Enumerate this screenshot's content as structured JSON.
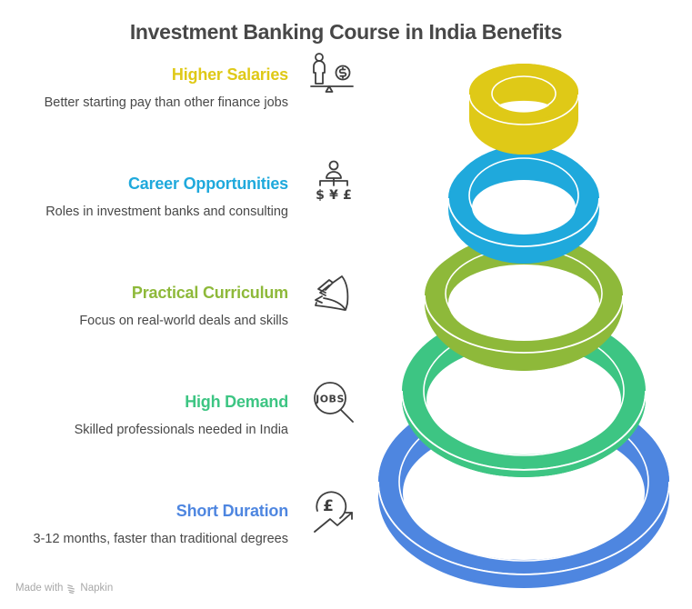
{
  "title": "Investment Banking Course in India Benefits",
  "items": [
    {
      "heading": "Higher Salaries",
      "description": "Better starting pay than other finance jobs",
      "icon": "person-balance-dollar-icon",
      "color": "#DFC917"
    },
    {
      "heading": "Career Opportunities",
      "description": "Roles in investment banks and consulting",
      "icon": "person-currencies-icon",
      "color": "#1FA9DC"
    },
    {
      "heading": "Practical Curriculum",
      "description": "Focus on real-world deals and skills",
      "icon": "pages-icon",
      "color": "#8EB93A"
    },
    {
      "heading": "High Demand",
      "description": "Skilled professionals needed in India",
      "icon": "jobs-search-icon",
      "color": "#3DC583"
    },
    {
      "heading": "Short Duration",
      "description": "3-12 months, faster than traditional degrees",
      "icon": "pound-growth-icon",
      "color": "#4E86E0"
    }
  ],
  "icon_text": {
    "jobs": "JOBS",
    "dollar": "$",
    "yen": "¥",
    "pound": "£"
  },
  "footer": {
    "made_with": "Made with",
    "brand": "Napkin"
  }
}
